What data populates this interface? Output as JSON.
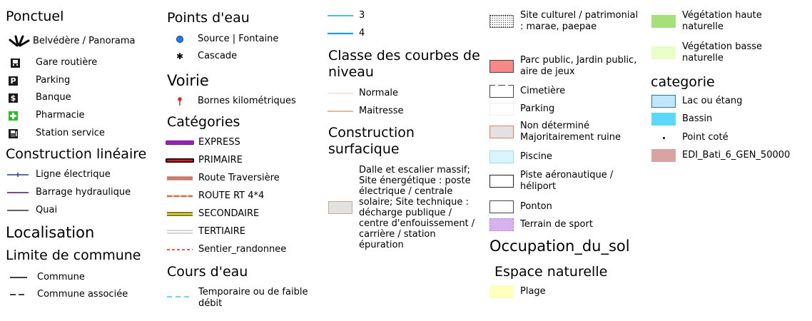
{
  "col1": {
    "ponctuel_title": "Ponctuel",
    "ponctuel_items": [
      "Belvédère / Panorama",
      "Gare routière",
      "Parking",
      "Banque",
      "Pharmacie",
      "Station service"
    ],
    "construction_lineaire_title": "Construction linéaire",
    "construction_lineaire_items": [
      "Ligne électrique",
      "Barrage hydraulique",
      "Quai"
    ],
    "localisation_title": "Localisation",
    "limite_commune_title": "Limite de commune",
    "limite_commune_items": [
      "Commune",
      "Commune associée"
    ]
  },
  "col2": {
    "points_eau_title": "Points d'eau",
    "points_eau_items": [
      "Source | Fontaine",
      "Cascade"
    ],
    "voirie_title": "Voirie",
    "voirie_items": [
      "Bornes kilométriques"
    ],
    "categories_title": "Catégories",
    "categories_items": [
      "EXPRESS",
      "PRIMAIRE",
      "Route Traversière",
      "ROUTE RT 4*4",
      "SECONDAIRE",
      "TERTIAIRE",
      "Sentier_randonnee"
    ],
    "cours_eau_title": "Cours d'eau",
    "cours_eau_items": [
      "Temporaire ou de faible débit"
    ]
  },
  "col3": {
    "stream_items": [
      "3",
      "4"
    ],
    "courbes_title": "Classe des courbes de niveau",
    "courbes_items": [
      "Normale",
      "Maitresse"
    ],
    "construction_surfacique_title": "Construction surfacique",
    "construction_surfacique_items": [
      "Dalle et escalier massif; Site énergétique : poste électrique / centrale solaire; Site technique : décharge publique / centre d'enfouissement / carrière / station épuration"
    ]
  },
  "col4": {
    "items": [
      "Site culturel / patrimonial : marae, paepae",
      "Parc public, Jardin public, aire de jeux",
      "Cimetière",
      "Parking",
      "Non déterminé Majoritairement ruine",
      "Piscine",
      "Piste aéronautique / héliport",
      "Ponton",
      "Terrain de sport"
    ],
    "occupation_title": "Occupation_du_sol",
    "espace_naturelle_title": "Espace naturelle",
    "espace_naturelle_items": [
      "Plage"
    ]
  },
  "col5": {
    "vegetation_items": [
      "Végétation haute naturelle",
      "Végétation basse naturelle"
    ],
    "categorie_title": "categorie",
    "categorie_items": [
      "Lac ou étang",
      "Bassin",
      "Point coté",
      "EDI_Bati_6_GEN_50000"
    ]
  },
  "colors": {
    "pharmacie": "#2eb82e",
    "express": "#a020c0",
    "primaire": "#cc2222",
    "route_traversiere": "#d9826b",
    "rt44": "#e0a070",
    "secondaire": "#f2e600",
    "tertiaire": "#cfcfcf",
    "sentier": "#e02020",
    "cours_eau": "#3fc6ff",
    "stream": "#1aa0e8",
    "courbe_normale": "#f0d6c8",
    "courbe_maitresse": "#c9925e",
    "construction_surfacique": "#e2e2e2",
    "parc": "#f88888",
    "non_determine": "#e2e2e2",
    "piscine": "#d9f6ff",
    "terrain_sport": "#d6b3ee",
    "plage": "#ffffbf",
    "vegetation_haute": "#a6e07a",
    "vegetation_basse": "#eaffc8",
    "lac": "#bfe8ff",
    "bassin": "#5ad8ff",
    "edi_bati": "#d9a3a3"
  },
  "icons": [
    "belvedere-icon",
    "bus-station-icon",
    "parking-icon",
    "bank-icon",
    "pharmacy-icon",
    "fuel-station-icon",
    "spring-icon",
    "waterfall-icon",
    "milestone-icon"
  ]
}
